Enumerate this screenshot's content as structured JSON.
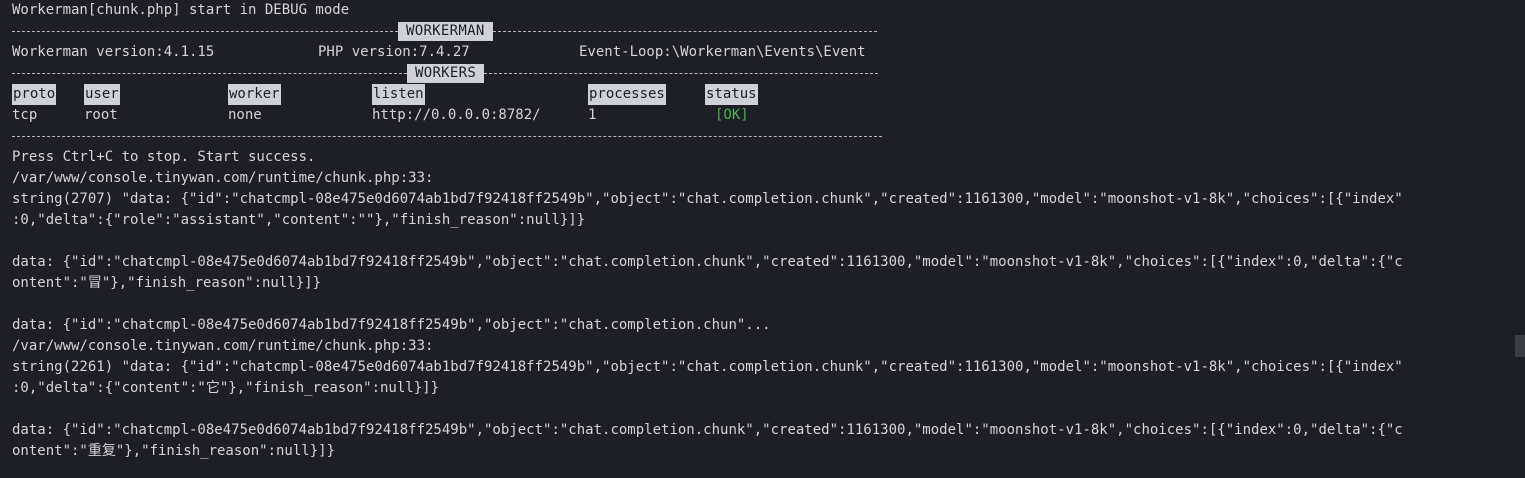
{
  "status_line": "Workerman[chunk.php] start in DEBUG mode",
  "workerman_title": "WORKERMAN",
  "version_info": {
    "workerman": "Workerman version:4.1.15",
    "php": "PHP version:7.4.27",
    "event_loop": "Event-Loop:\\Workerman\\Events\\Event"
  },
  "workers_title": "WORKERS",
  "columns": [
    "proto",
    "user",
    "worker",
    "listen",
    "processes",
    "status"
  ],
  "worker_row": {
    "proto": "tcp",
    "user": "root",
    "worker": "none",
    "listen": "http://0.0.0.0:8782/",
    "processes": "1",
    "status": "[OK]"
  },
  "colors": {
    "background": "#1e1f26",
    "text": "#d4d4d4",
    "ok": "#4caf50",
    "label_bg": "#cfd1d6"
  },
  "log_lines": [
    "Press Ctrl+C to stop. Start success.",
    "/var/www/console.tinywan.com/runtime/chunk.php:33:",
    "string(2707) \"data: {\"id\":\"chatcmpl-08e475e0d6074ab1bd7f92418ff2549b\",\"object\":\"chat.completion.chunk\",\"created\":1161300,\"model\":\"moonshot-v1-8k\",\"choices\":[{\"index\"",
    ":0,\"delta\":{\"role\":\"assistant\",\"content\":\"\"},\"finish_reason\":null}]}",
    "",
    "data: {\"id\":\"chatcmpl-08e475e0d6074ab1bd7f92418ff2549b\",\"object\":\"chat.completion.chunk\",\"created\":1161300,\"model\":\"moonshot-v1-8k\",\"choices\":[{\"index\":0,\"delta\":{\"c",
    "ontent\":\"冒\"},\"finish_reason\":null}]}",
    "",
    "data: {\"id\":\"chatcmpl-08e475e0d6074ab1bd7f92418ff2549b\",\"object\":\"chat.completion.chun\"...",
    "/var/www/console.tinywan.com/runtime/chunk.php:33:",
    "string(2261) \"data: {\"id\":\"chatcmpl-08e475e0d6074ab1bd7f92418ff2549b\",\"object\":\"chat.completion.chunk\",\"created\":1161300,\"model\":\"moonshot-v1-8k\",\"choices\":[{\"index\"",
    ":0,\"delta\":{\"content\":\"它\"},\"finish_reason\":null}]}",
    "",
    "data: {\"id\":\"chatcmpl-08e475e0d6074ab1bd7f92418ff2549b\",\"object\":\"chat.completion.chunk\",\"created\":1161300,\"model\":\"moonshot-v1-8k\",\"choices\":[{\"index\":0,\"delta\":{\"c",
    "ontent\":\"重复\"},\"finish_reason\":null}]}"
  ]
}
